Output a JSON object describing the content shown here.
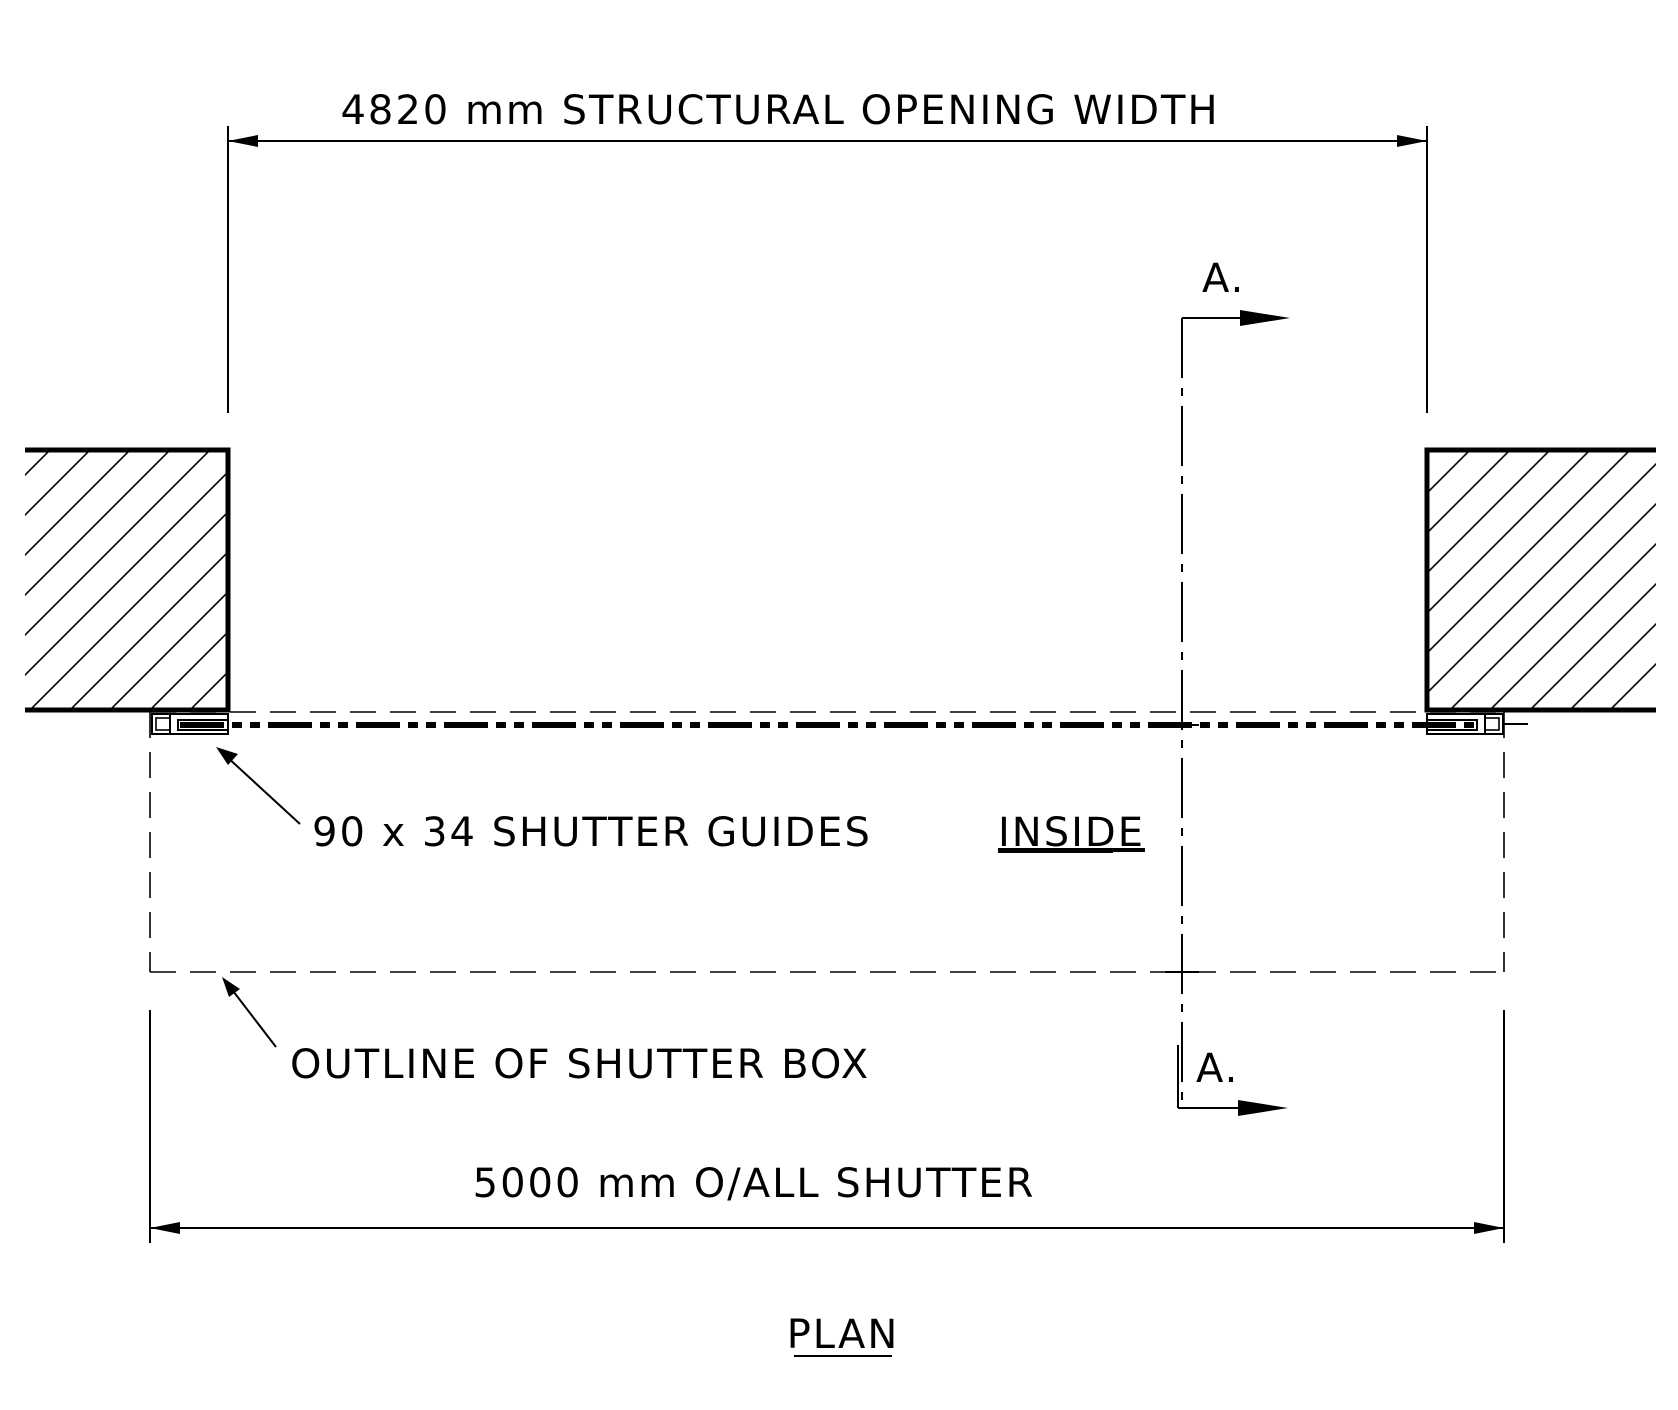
{
  "labels": {
    "opening_width": "4820 mm STRUCTURAL OPENING WIDTH",
    "overall_shutter": "5000 mm O/ALL SHUTTER",
    "shutter_guides": "90 x 34 SHUTTER GUIDES",
    "shutter_box": "OUTLINE OF SHUTTER BOX",
    "inside": "INSIDE",
    "section_marker_top": "A.",
    "section_marker_bottom": "A.",
    "view_title": "PLAN"
  },
  "colors": {
    "line": "#000000",
    "background": "#ffffff"
  }
}
